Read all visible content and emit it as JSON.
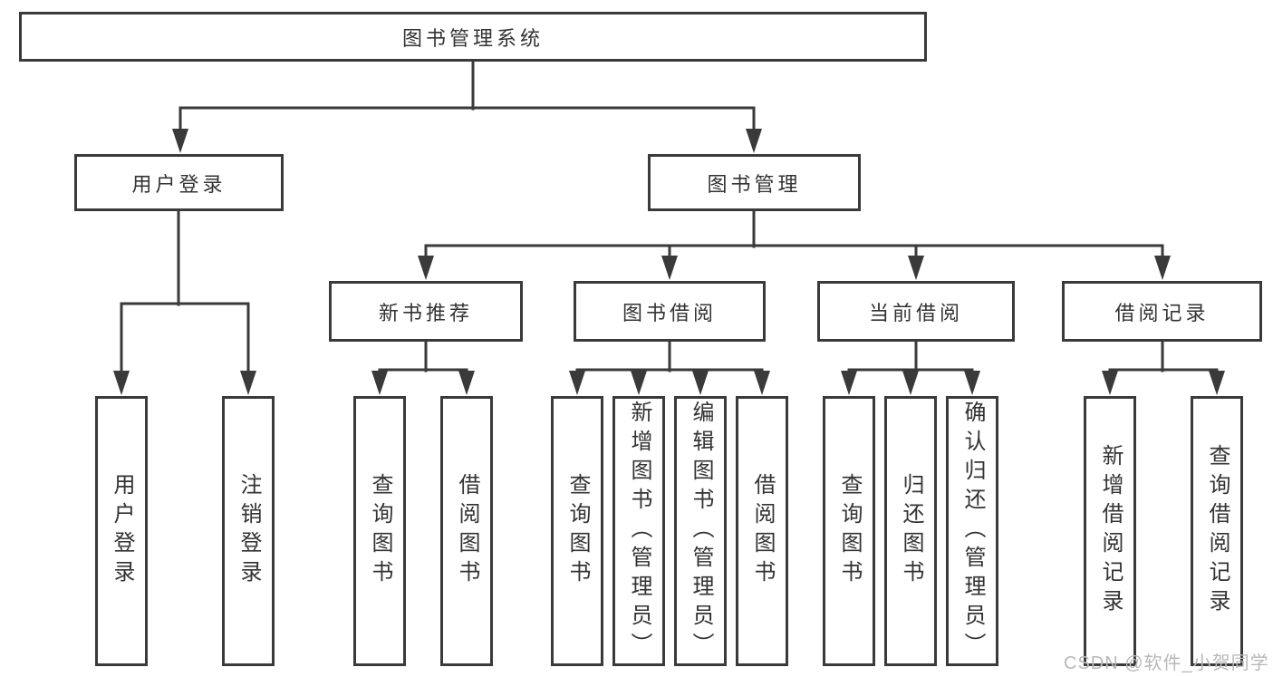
{
  "diagram": {
    "root": "图书管理系统",
    "children": [
      {
        "label": "用户登录",
        "children": [
          "用户登录",
          "注销登录"
        ]
      },
      {
        "label": "图书管理",
        "children": [
          {
            "label": "新书推荐",
            "children": [
              "查询图书",
              "借阅图书"
            ]
          },
          {
            "label": "图书借阅",
            "children": [
              "查询图书",
              "新增图书（管理员）",
              "编辑图书（管理员）",
              "借阅图书"
            ]
          },
          {
            "label": "当前借阅",
            "children": [
              "查询图书",
              "归还图书",
              "确认归还（管理员）"
            ]
          },
          {
            "label": "借阅记录",
            "children": [
              "新增借阅记录",
              "查询借阅记录"
            ]
          }
        ]
      }
    ]
  },
  "watermark": "CSDN @软件_小贺同学",
  "colors": {
    "line": "#3a3a3a",
    "text": "#333333",
    "box_fill": "#ffffff",
    "watermark": "#b8b8b8"
  }
}
